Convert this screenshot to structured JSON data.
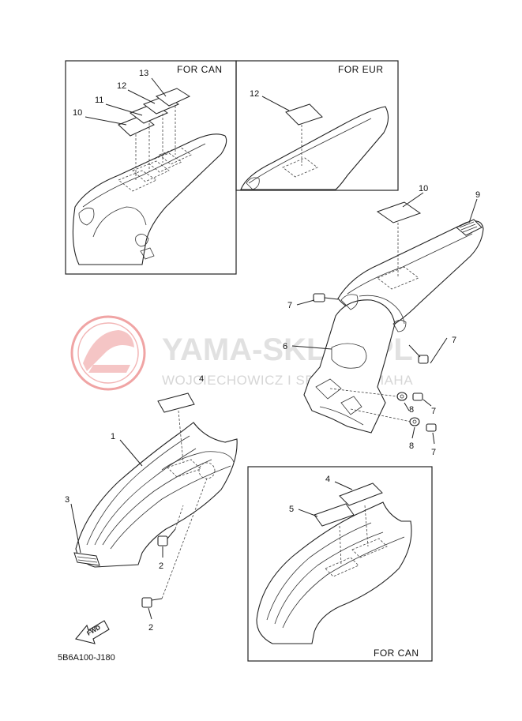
{
  "watermark": {
    "brand": "YAMA-SKLEP.PL",
    "subtitle": "WOJCIECHOWICZ I SPÓŁKA YAMAHA",
    "logo_color": "#e35a5a"
  },
  "insets": {
    "can_top": "FOR CAN",
    "eur_top": "FOR EUR",
    "can_bottom": "FOR CAN"
  },
  "callouts": [
    {
      "id": "c13",
      "text": "13"
    },
    {
      "id": "c12a",
      "text": "12"
    },
    {
      "id": "c11",
      "text": "11"
    },
    {
      "id": "c10a",
      "text": "10"
    },
    {
      "id": "c12b",
      "text": "12"
    },
    {
      "id": "c10b",
      "text": "10"
    },
    {
      "id": "c9",
      "text": "9"
    },
    {
      "id": "c7a",
      "text": "7"
    },
    {
      "id": "c6",
      "text": "6"
    },
    {
      "id": "c7b",
      "text": "7"
    },
    {
      "id": "c8a",
      "text": "8"
    },
    {
      "id": "c7c",
      "text": "7"
    },
    {
      "id": "c8b",
      "text": "8"
    },
    {
      "id": "c7d",
      "text": "7"
    },
    {
      "id": "c4a",
      "text": "4"
    },
    {
      "id": "c1",
      "text": "1"
    },
    {
      "id": "c3",
      "text": "3"
    },
    {
      "id": "c2a",
      "text": "2"
    },
    {
      "id": "c2b",
      "text": "2"
    },
    {
      "id": "c4b",
      "text": "4"
    },
    {
      "id": "c5",
      "text": "5"
    }
  ],
  "fwd_label": "FWD",
  "diagram_code": "5B6A100-J180"
}
